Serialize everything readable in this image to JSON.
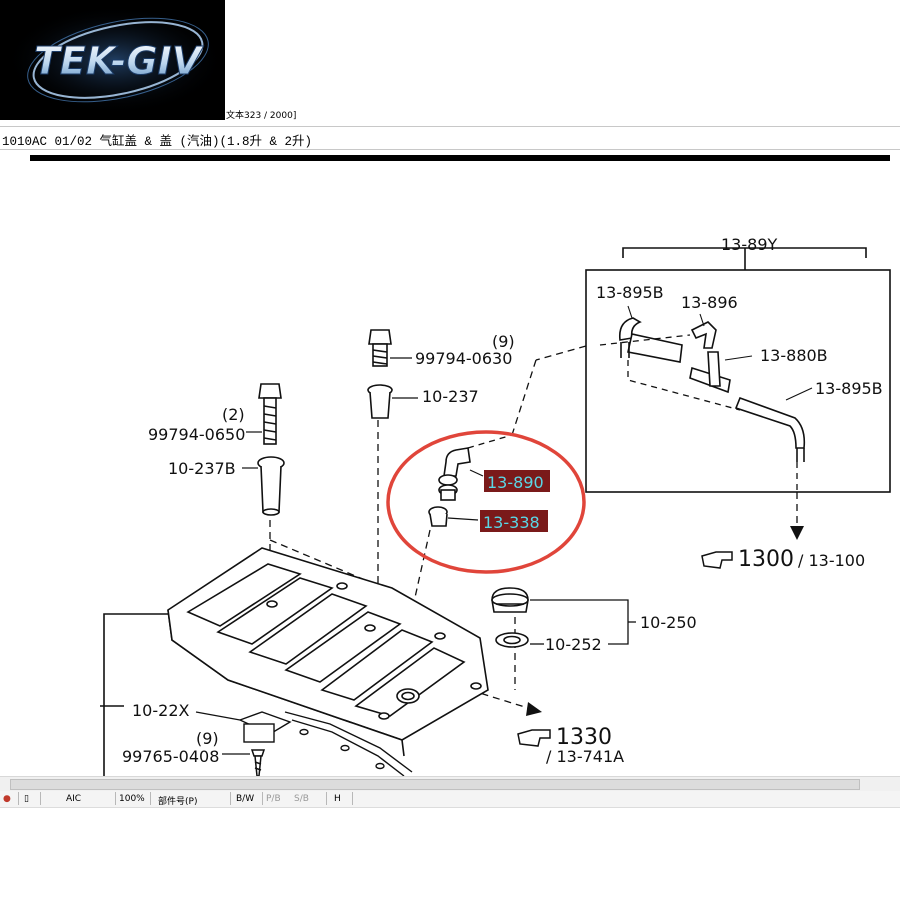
{
  "logo": {
    "text": "TEK-GIV"
  },
  "status": {
    "page_counter": "文本323 / 2000]"
  },
  "title": {
    "text": "1010AC 01/02 气缸盖 & 盖 (汽油)(1.8升 & 2升)"
  },
  "labels": {
    "l_13_89y": "13-89Y",
    "l_13_895b_a": "13-895B",
    "l_13_896": "13-896",
    "l_13_880b": "13-880B",
    "l_13_895b_b": "13-895B",
    "l_9a": "(9)",
    "l_99794_0630": "99794-0630",
    "l_10_237": "10-237",
    "l_2": "(2)",
    "l_99794_0650": "99794-0650",
    "l_10_237b": "10-237B",
    "l_13_890": "13-890",
    "l_13_338": "13-338",
    "l_1300": "1300",
    "l_13_100": "/ 13-100",
    "l_10_250": "10-250",
    "l_10_252": "10-252",
    "l_10_22x": "10-22X",
    "l_9b": "(9)",
    "l_99765_0408": "99765-0408",
    "l_1330": "1330",
    "l_13_741a": "/ 13-741A"
  },
  "colors": {
    "highlight_bg": "#7a1a1a",
    "highlight_text": "#5ad7e6",
    "circle": "#e0453a"
  },
  "statusbar": {
    "seg1": "AIC",
    "seg2": "100%",
    "seg3": "部件号(P)",
    "seg4": "B/W",
    "seg5": "P/B",
    "seg6": "S/B",
    "seg7": "H"
  }
}
